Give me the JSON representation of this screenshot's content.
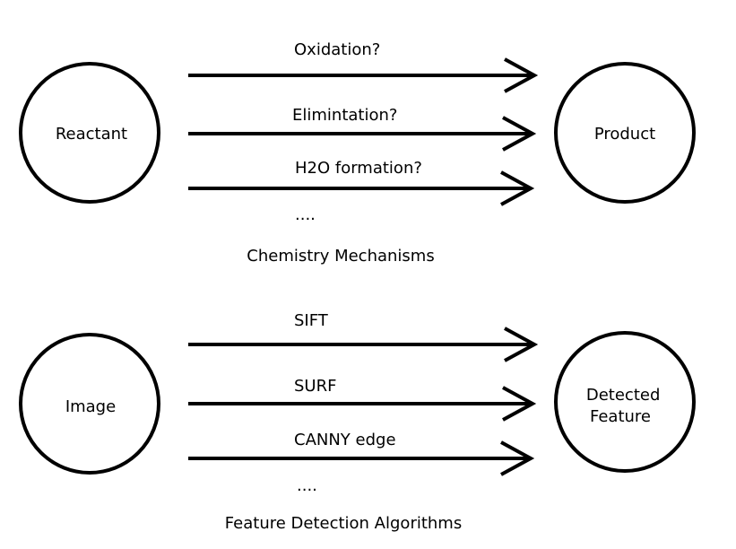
{
  "diagrams": [
    {
      "source": {
        "label": "Reactant"
      },
      "target": {
        "label": "Product"
      },
      "arrows": [
        "Oxidation?",
        "Elimintation?",
        "H2O formation?"
      ],
      "more": "....",
      "caption": "Chemistry Mechanisms"
    },
    {
      "source": {
        "label": "Image"
      },
      "target": {
        "label_lines": [
          "Detected",
          "Feature"
        ]
      },
      "arrows": [
        "SIFT",
        "SURF",
        "CANNY edge"
      ],
      "more": "....",
      "caption": "Feature Detection Algorithms"
    }
  ]
}
